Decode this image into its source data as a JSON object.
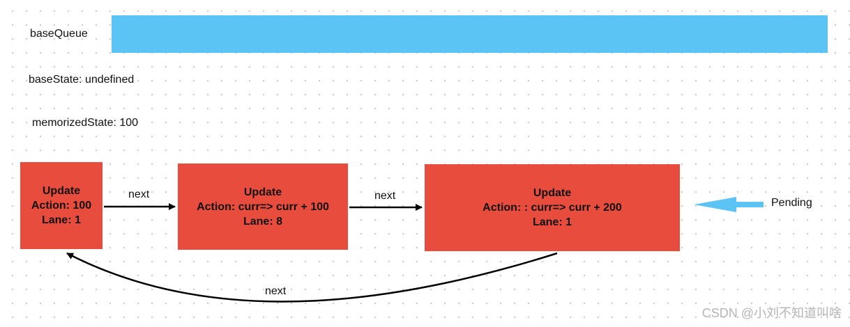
{
  "base_queue": {
    "label": "baseQueue",
    "fill_color": "#5bc4f5"
  },
  "base_state": {
    "text": "baseState: undefined"
  },
  "memorized_state": {
    "text": "memorizedState: 100"
  },
  "update_nodes": [
    {
      "title": "Update",
      "action": "Action: 100",
      "lane": "Lane: 1",
      "fill_color": "#e84c3d"
    },
    {
      "title": "Update",
      "action": "Action: curr=> curr + 100",
      "lane": "Lane: 8",
      "fill_color": "#e84c3d"
    },
    {
      "title": "Update",
      "action": "Action: : curr=> curr + 200",
      "lane": "Lane: 1",
      "fill_color": "#e84c3d"
    }
  ],
  "edges": [
    {
      "label": "next"
    },
    {
      "label": "next"
    },
    {
      "label": "next"
    }
  ],
  "pending": {
    "label": "Pending",
    "arrow_color": "#5bc4f5"
  },
  "watermark": {
    "text": "CSDN @小刘不知道叫啥"
  }
}
